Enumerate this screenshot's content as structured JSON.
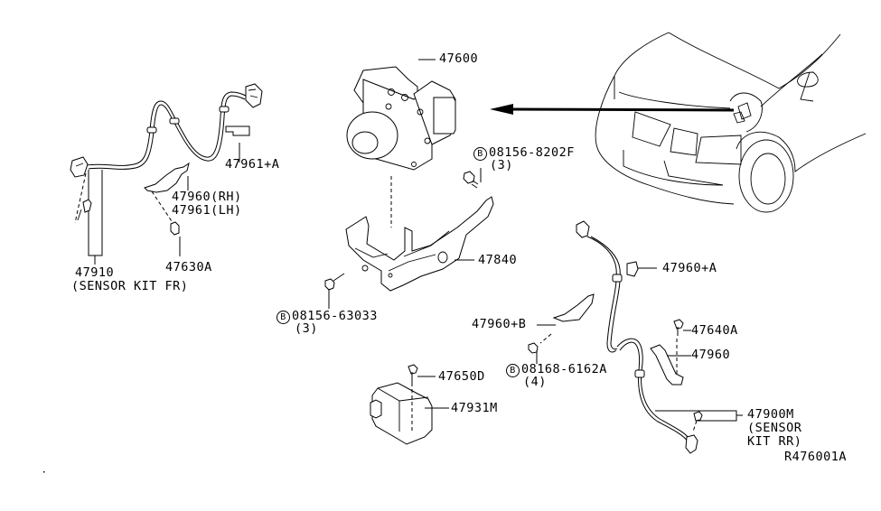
{
  "diagram": {
    "type": "parts-exploded-view",
    "figure_code": "R476001A",
    "bolt_symbol": "B",
    "parts": [
      {
        "id": "abs-actuator",
        "number": "47600"
      },
      {
        "id": "abs-bracket",
        "number": "47840"
      },
      {
        "id": "bolt-upper",
        "number": "08156-8202F",
        "qty": "(3)",
        "prefix": "B"
      },
      {
        "id": "bolt-lower",
        "number": "08156-63033",
        "qty": "(3)",
        "prefix": "B"
      },
      {
        "id": "front-sensor-kit",
        "number": "47910",
        "note": "(SENSOR KIT FR)"
      },
      {
        "id": "front-clip",
        "number": "47961+A"
      },
      {
        "id": "front-bracket",
        "number": "47960(RH)",
        "number_alt": "47961(LH)"
      },
      {
        "id": "front-bolt",
        "number": "47630A"
      },
      {
        "id": "rear-clip-a",
        "number": "47960+A"
      },
      {
        "id": "rear-clip-b",
        "number": "47960+B"
      },
      {
        "id": "rear-bolt-set",
        "number": "08168-6162A",
        "qty": "(4)",
        "prefix": "B"
      },
      {
        "id": "rear-bolt",
        "number": "47640A"
      },
      {
        "id": "rear-bracket",
        "number": "47960"
      },
      {
        "id": "rear-sensor-kit",
        "number": "47900M",
        "note_lines": [
          "(SENSOR",
          "KIT RR)"
        ]
      },
      {
        "id": "yaw-sensor-bolt",
        "number": "47650D"
      },
      {
        "id": "yaw-sensor",
        "number": "47931M"
      }
    ]
  }
}
